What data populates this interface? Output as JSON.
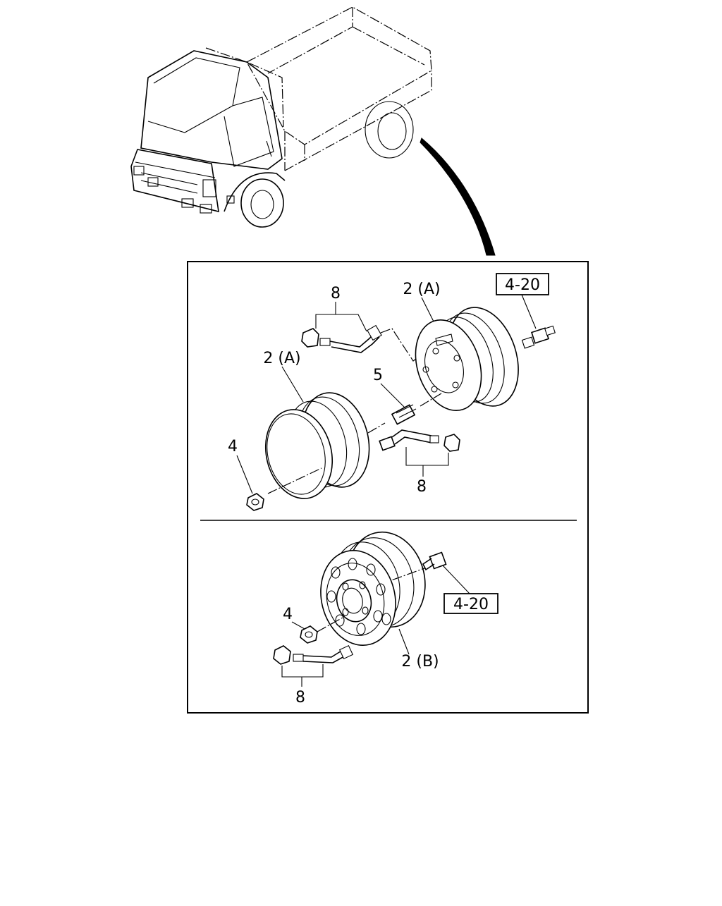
{
  "callouts": {
    "top": {
      "ref_box": "4-20",
      "hose_upper": "8",
      "rim_rear": "2 (A)",
      "rim_front": "2 (A)",
      "stud": "5",
      "nut": "4",
      "hose_lower": "8"
    },
    "bottom": {
      "ref_box": "4-20",
      "nut": "4",
      "rim": "2 (B)",
      "hose": "8"
    }
  }
}
